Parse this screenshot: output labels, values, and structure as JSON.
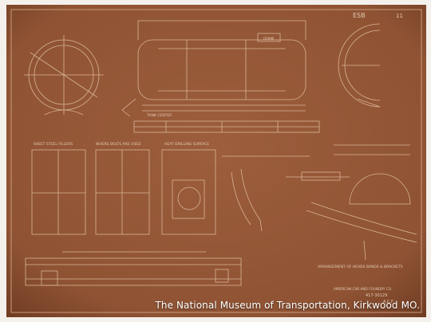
{
  "document": {
    "kind": "engineering drawing sheet",
    "paper_color": "#8f5334",
    "ink_color": "#d7b497",
    "frame_stamp": "ESB",
    "revision_number": "11",
    "title_block": {
      "company": "AMERICAN CAR AND FOUNDRY CO.",
      "drawing_number": "417-30129",
      "initials": "A.C.F."
    },
    "notes": [
      "SHEET STEEL FILLERS",
      "WHERE BOLTS ARE USED",
      "HEAT DRILLING SURFACE",
      "TANK CENTER",
      "DOME",
      "ARRANGEMENT OF HEADS BANDS & BRACKETS"
    ]
  },
  "watermark": {
    "text": "The National Museum of Transportation, Kirkwood MO."
  }
}
